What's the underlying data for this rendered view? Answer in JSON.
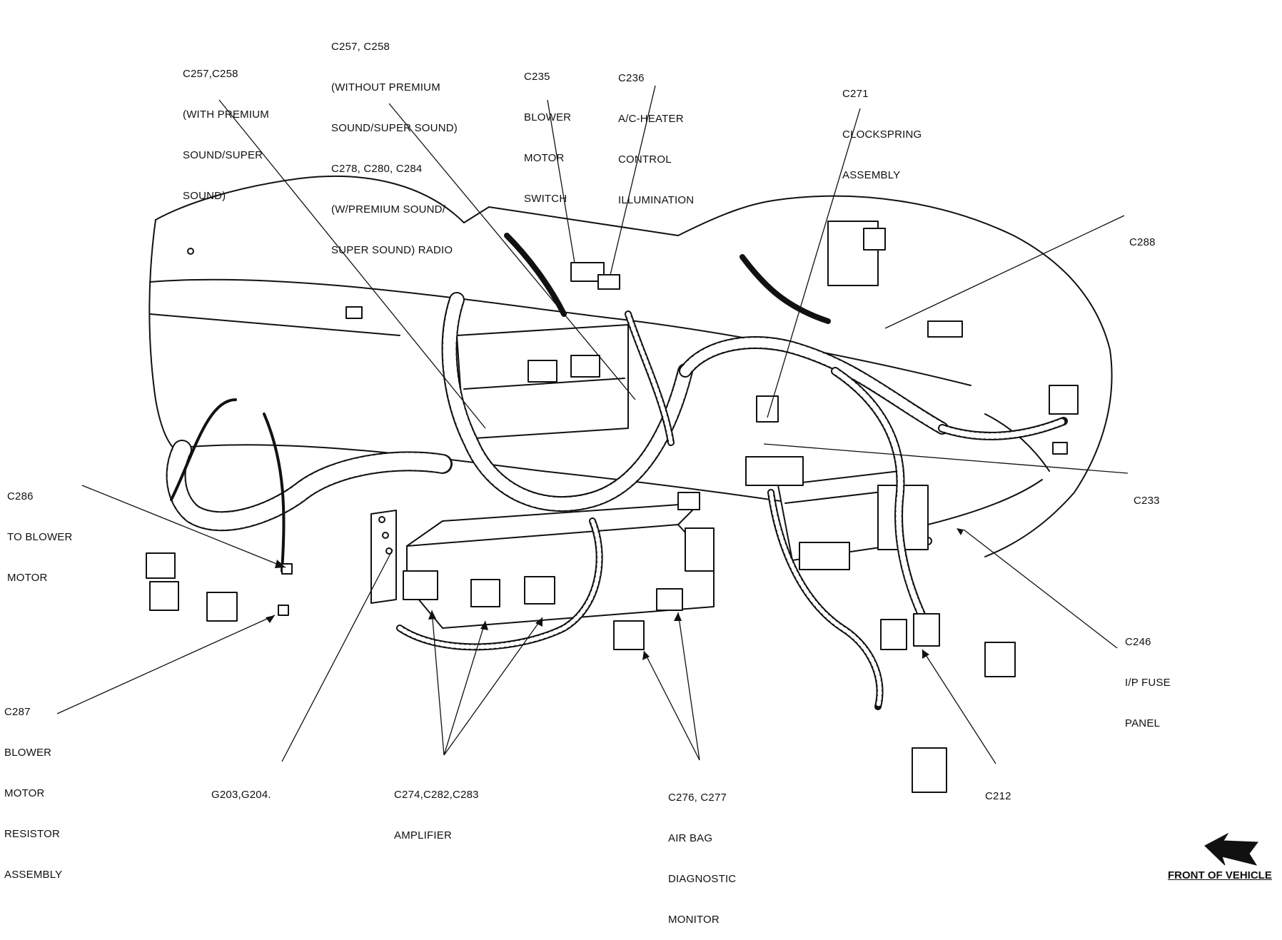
{
  "callouts": [
    {
      "id": "c257-with-premium",
      "lines": [
        "C257,C258",
        "(WITH PREMIUM",
        "SOUND/SUPER",
        "SOUND)"
      ]
    },
    {
      "id": "c257-without-premium",
      "lines": [
        "C257, C258",
        "(WITHOUT PREMIUM",
        "SOUND/SUPER SOUND)",
        "C278, C280, C284",
        "(W/PREMIUM SOUND/",
        "SUPER SOUND) RADIO"
      ]
    },
    {
      "id": "c235",
      "lines": [
        "C235",
        "BLOWER",
        "MOTOR",
        "SWITCH"
      ]
    },
    {
      "id": "c236",
      "lines": [
        "C236",
        "A/C-HEATER",
        "CONTROL",
        "ILLUMINATION"
      ]
    },
    {
      "id": "c271",
      "lines": [
        "C271",
        "CLOCKSPRING",
        "ASSEMBLY"
      ]
    },
    {
      "id": "c288",
      "lines": [
        "C288"
      ]
    },
    {
      "id": "c233",
      "lines": [
        "C233"
      ]
    },
    {
      "id": "c286",
      "lines": [
        "C286",
        "TO BLOWER",
        "MOTOR"
      ]
    },
    {
      "id": "c246",
      "lines": [
        "C246",
        "I/P FUSE",
        "PANEL"
      ]
    },
    {
      "id": "c287",
      "lines": [
        "C287",
        "BLOWER",
        "MOTOR",
        "RESISTOR",
        "ASSEMBLY"
      ]
    },
    {
      "id": "g203",
      "lines": [
        "G203,G204."
      ]
    },
    {
      "id": "c274",
      "lines": [
        "C274,C282,C283",
        "AMPLIFIER"
      ]
    },
    {
      "id": "c276",
      "lines": [
        "C276, C277",
        "AIR BAG",
        "DIAGNOSTIC",
        "MONITOR"
      ]
    },
    {
      "id": "c212",
      "lines": [
        "C212"
      ]
    }
  ],
  "direction_indicator": {
    "label": "FRONT OF VEHICLE",
    "icon": "arrow-left-icon"
  }
}
